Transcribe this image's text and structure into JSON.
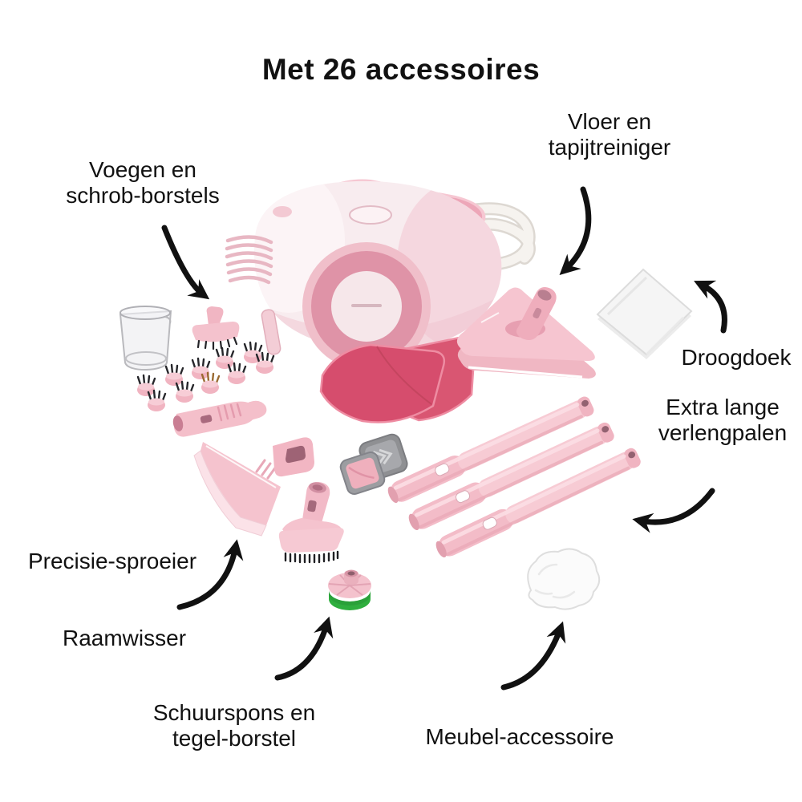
{
  "title": "Met 26 accessoires",
  "annotations": [
    {
      "id": "vloer",
      "text": "Vloer en\ntapijtreiniger"
    },
    {
      "id": "voegen",
      "text": "Voegen en\nschrob-borstels"
    },
    {
      "id": "droogdoek",
      "text": "Droogdoek"
    },
    {
      "id": "verlengpalen",
      "text": "Extra lange\nverlengpalen"
    },
    {
      "id": "precisie",
      "text": "Precisie-sproeier"
    },
    {
      "id": "raamwisser",
      "text": "Raamwisser"
    },
    {
      "id": "schuurspons",
      "text": "Schuurspons en\ntegel-borstel"
    },
    {
      "id": "meubel",
      "text": "Meubel-accessoire"
    }
  ],
  "accessory_count": "26",
  "illustration": {
    "machine": "steam-cleaner-with-hose",
    "items": [
      "measuring-cup",
      "grout-brush-nozzle",
      "round-detail-brushes",
      "angled-spray-nozzle",
      "window-squeegee",
      "mop-pads",
      "triangle-floor-head",
      "drying-cloth",
      "scrub-pads",
      "extension-poles",
      "tile-brush",
      "scour-sponge",
      "furniture-bonnet"
    ],
    "arrows": [
      "voegen",
      "vloer",
      "droogdoek",
      "verlengpalen",
      "precisie",
      "schuurspons",
      "meubel"
    ]
  },
  "colors": {
    "text": "#111111",
    "arrow": "#111111",
    "pink": "#f5c4cf",
    "pink-soft": "#f8e9ec",
    "pink-mid": "#f2b6c3",
    "pink-dark": "#e593a8",
    "pad": "#d95672",
    "pad-edge": "#ee8ca2",
    "green": "#2fae3e",
    "cloth": "#f5f5f5",
    "gray": "#95969a"
  }
}
